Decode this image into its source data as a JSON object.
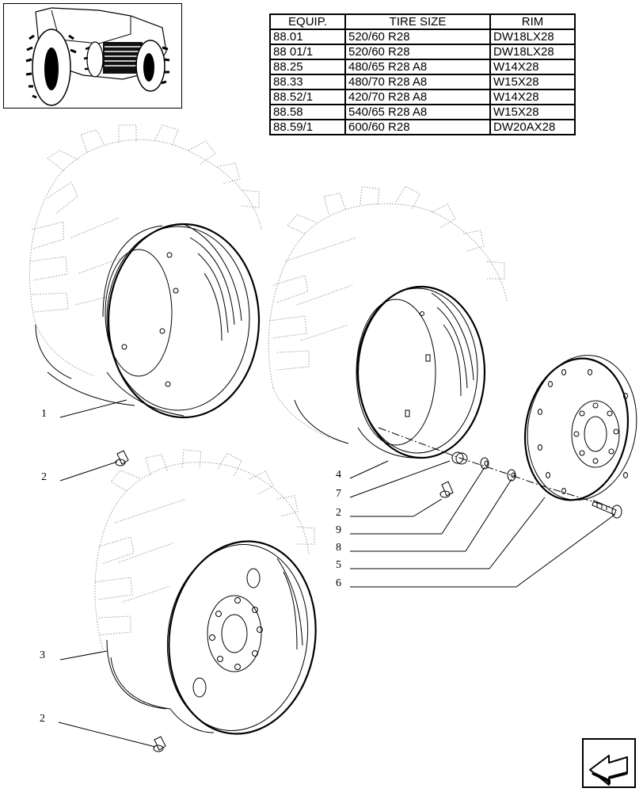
{
  "table": {
    "headers": [
      "EQUIP.",
      "TIRE SIZE",
      "RIM"
    ],
    "rows": [
      [
        "88.01",
        "520/60 R28",
        "DW18LX28"
      ],
      [
        "88 01/1",
        "520/60 R28",
        "DW18LX28"
      ],
      [
        "88.25",
        "480/65 R28 A8",
        "W14X28"
      ],
      [
        "88.33",
        "480/70 R28 A8",
        "W15X28"
      ],
      [
        "88.52/1",
        "420/70 R28 A8",
        "W14X28"
      ],
      [
        "88.58",
        "540/65 R28 A8",
        "W15X28"
      ],
      [
        "88.59/1",
        "600/60 R28",
        "DW20AX28"
      ]
    ]
  },
  "callouts": {
    "c1": "1",
    "c2a": "2",
    "c3": "3",
    "c2b": "2",
    "c4": "4",
    "c7": "7",
    "c2c": "2",
    "c9": "9",
    "c8": "8",
    "c5": "5",
    "c6": "6"
  },
  "icons": {
    "thumbnail": "tractor-thumbnail-icon",
    "navigation": "next-page-arrow-icon"
  }
}
